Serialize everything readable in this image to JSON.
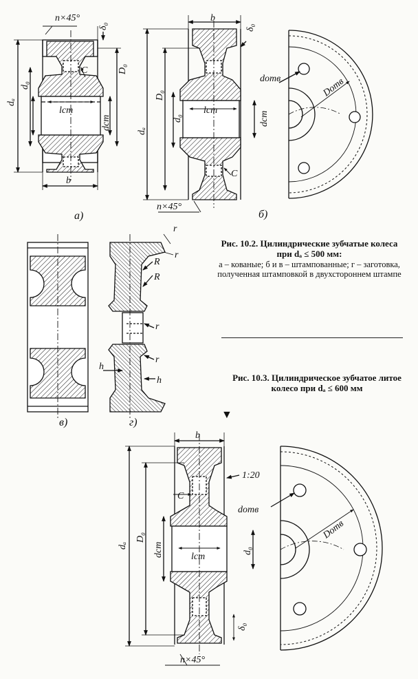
{
  "figure_10_2": {
    "caption_title": "Рис. 10.2. Цилиндрические зубчатые колеса при dₐ ≤ 500 мм:",
    "caption_body": "а – кованые; б и в – штампованные; г – заготовка, полученная штамповкой в двухстороннем штампе",
    "panel_a": {
      "label": "а)",
      "n45": "n×45°",
      "delta0": "δ₀",
      "da": "dₐ",
      "dd": "d₀",
      "D0": "D₀",
      "C": "C",
      "lcm": "lст",
      "dcm": "dст",
      "b": "b"
    },
    "panel_b": {
      "label": "б)",
      "b": "b",
      "delta0": "δ₀",
      "D0": "D₀",
      "da": "dₐ",
      "dd": "d₀",
      "lcm": "lст",
      "dcm": "dст",
      "C": "C",
      "n45": "n×45°",
      "dotv": "dотв",
      "Dotv": "Dотв"
    },
    "panel_v": {
      "label": "в)"
    },
    "panel_g": {
      "label": "г)",
      "r1": "r",
      "r2": "r",
      "R1": "R",
      "R2": "R",
      "r3": "r",
      "r4": "r",
      "h1": "h",
      "h2": "h"
    }
  },
  "figure_10_3": {
    "caption": "Рис. 10.3. Цилиндрическое зубчатое литое колесо при dₐ ≤ 600 мм",
    "marker": "▼",
    "labels": {
      "b": "b",
      "slope": "1:20",
      "C": "C",
      "dotv": "dотв",
      "Dotv": "Dотв",
      "da": "dₐ",
      "D0": "D₀",
      "dcm": "dст",
      "lcm": "lст",
      "dd": "d₀",
      "delta0": "δ₀",
      "n45": "n×45°"
    }
  }
}
